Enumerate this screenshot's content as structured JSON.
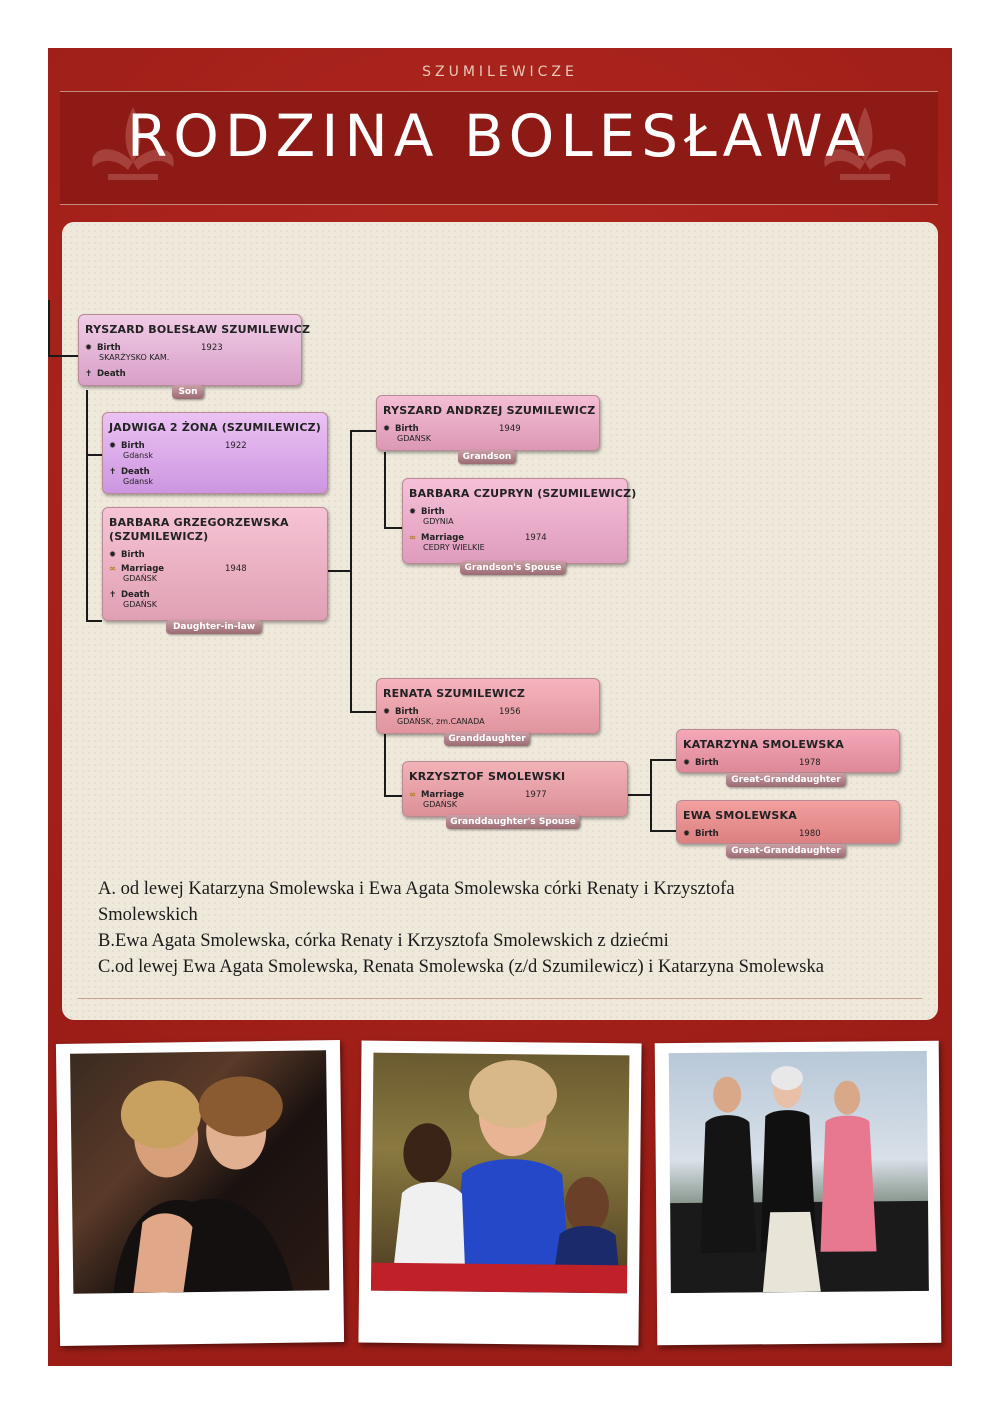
{
  "header": {
    "family_tag": "SZUMILEWICZE",
    "title": "RODZINA BOLESŁAWA"
  },
  "tree": {
    "people": [
      {
        "name": "RYSZARD BOLESŁAW SZUMILEWICZ",
        "events": [
          {
            "type": "Birth",
            "year": "1923",
            "place": "SKARŻYSKO KAM."
          },
          {
            "type": "Death",
            "year": "",
            "place": ""
          }
        ],
        "relation": "Son"
      },
      {
        "name": "JADWIGA 2 ŻONA (SZUMILEWICZ)",
        "events": [
          {
            "type": "Birth",
            "year": "1922",
            "place": "Gdansk"
          },
          {
            "type": "Death",
            "year": "",
            "place": "Gdansk"
          }
        ],
        "relation": ""
      },
      {
        "name": "BARBARA GRZEGORZEWSKA",
        "name2": "(SZUMILEWICZ)",
        "events": [
          {
            "type": "Birth",
            "year": "",
            "place": ""
          },
          {
            "type": "Marriage",
            "year": "1948",
            "place": "GDAŃSK"
          },
          {
            "type": "Death",
            "year": "",
            "place": "GDAŃSK"
          }
        ],
        "relation": "Daughter-in-law"
      },
      {
        "name": "RYSZARD ANDRZEJ SZUMILEWICZ",
        "events": [
          {
            "type": "Birth",
            "year": "1949",
            "place": "GDAŃSK"
          }
        ],
        "relation": "Grandson"
      },
      {
        "name": "BARBARA CZUPRYN (SZUMILEWICZ)",
        "events": [
          {
            "type": "Birth",
            "year": "",
            "place": "GDYNIA"
          },
          {
            "type": "Marriage",
            "year": "1974",
            "place": "CEDRY WIELKIE"
          }
        ],
        "relation": "Grandson's Spouse"
      },
      {
        "name": "RENATA SZUMILEWICZ",
        "events": [
          {
            "type": "Birth",
            "year": "1956",
            "place": "GDAŃSK, zm.CANADA"
          }
        ],
        "relation": "Granddaughter"
      },
      {
        "name": "KRZYSZTOF SMOLEWSKI",
        "events": [
          {
            "type": "Marriage",
            "year": "1977",
            "place": "GDAŃSK"
          }
        ],
        "relation": "Granddaughter's Spouse"
      },
      {
        "name": "KATARZYNA SMOLEWSKA",
        "events": [
          {
            "type": "Birth",
            "year": "1978",
            "place": ""
          }
        ],
        "relation": "Great-Granddaughter"
      },
      {
        "name": "EWA SMOLEWSKA",
        "events": [
          {
            "type": "Birth",
            "year": "1980",
            "place": ""
          }
        ],
        "relation": "Great-Granddaughter"
      }
    ]
  },
  "caption": {
    "line_a": "A. od lewej Katarzyna Smolewska i Ewa Agata Smolewska córki Renaty i Krzysztofa",
    "line_a2": "Smolewskich",
    "line_b": "B.Ewa Agata Smolewska, córka Renaty i Krzysztofa Smolewskich z dziećmi",
    "line_c": "C.od lewej  Ewa Agata Smolewska, Renata Smolewska (z/d Szumilewicz) i Katarzyna Smolewska"
  },
  "colors": {
    "page_red": "#a8221c",
    "panel": "#efe9dc",
    "card_son": "#e8b6d8",
    "card_wife": "#dca8ec",
    "card_pink": "#f0b4c8",
    "card_salmon": "#f2a4a8"
  }
}
